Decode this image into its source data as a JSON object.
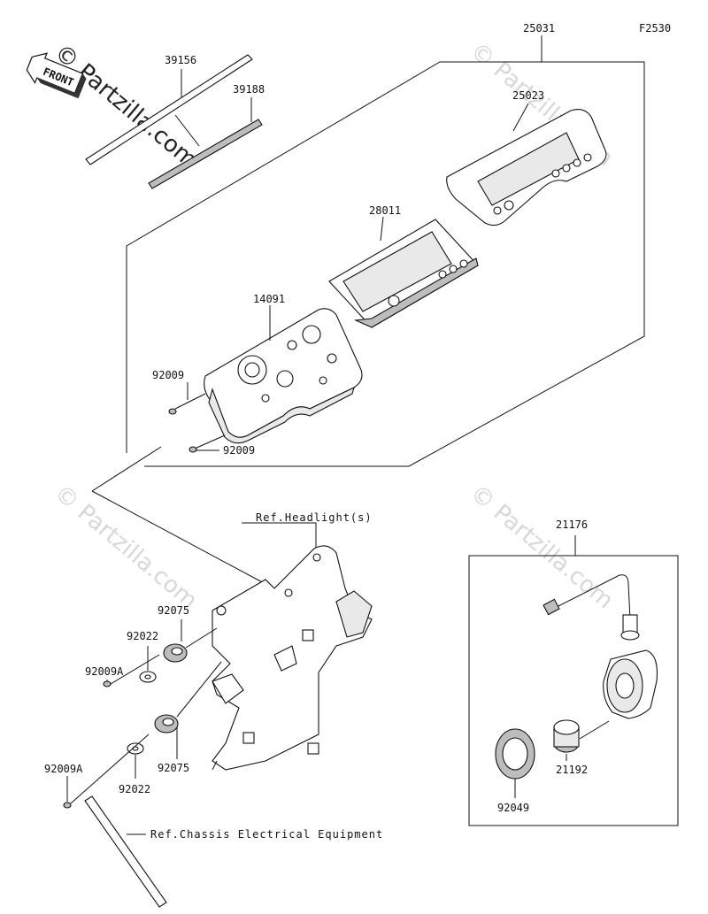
{
  "diagram_code": "F2530",
  "watermark": "© Partzilla.com",
  "front_label": "FRONT",
  "refs": {
    "headlight": "Ref.Headlight(s)",
    "chassis": "Ref.Chassis Electrical Equipment"
  },
  "parts": {
    "p25031": "25031",
    "p25023": "25023",
    "p28011": "28011",
    "p14091": "14091",
    "p92009_a": "92009",
    "p92009_b": "92009",
    "p39156": "39156",
    "p39188": "39188",
    "p21176": "21176",
    "p92075_a": "92075",
    "p92075_b": "92075",
    "p92022_a": "92022",
    "p92022_b": "92022",
    "p92009A_a": "92009A",
    "p92009A_b": "92009A",
    "p21192": "21192",
    "p92049": "92049"
  }
}
